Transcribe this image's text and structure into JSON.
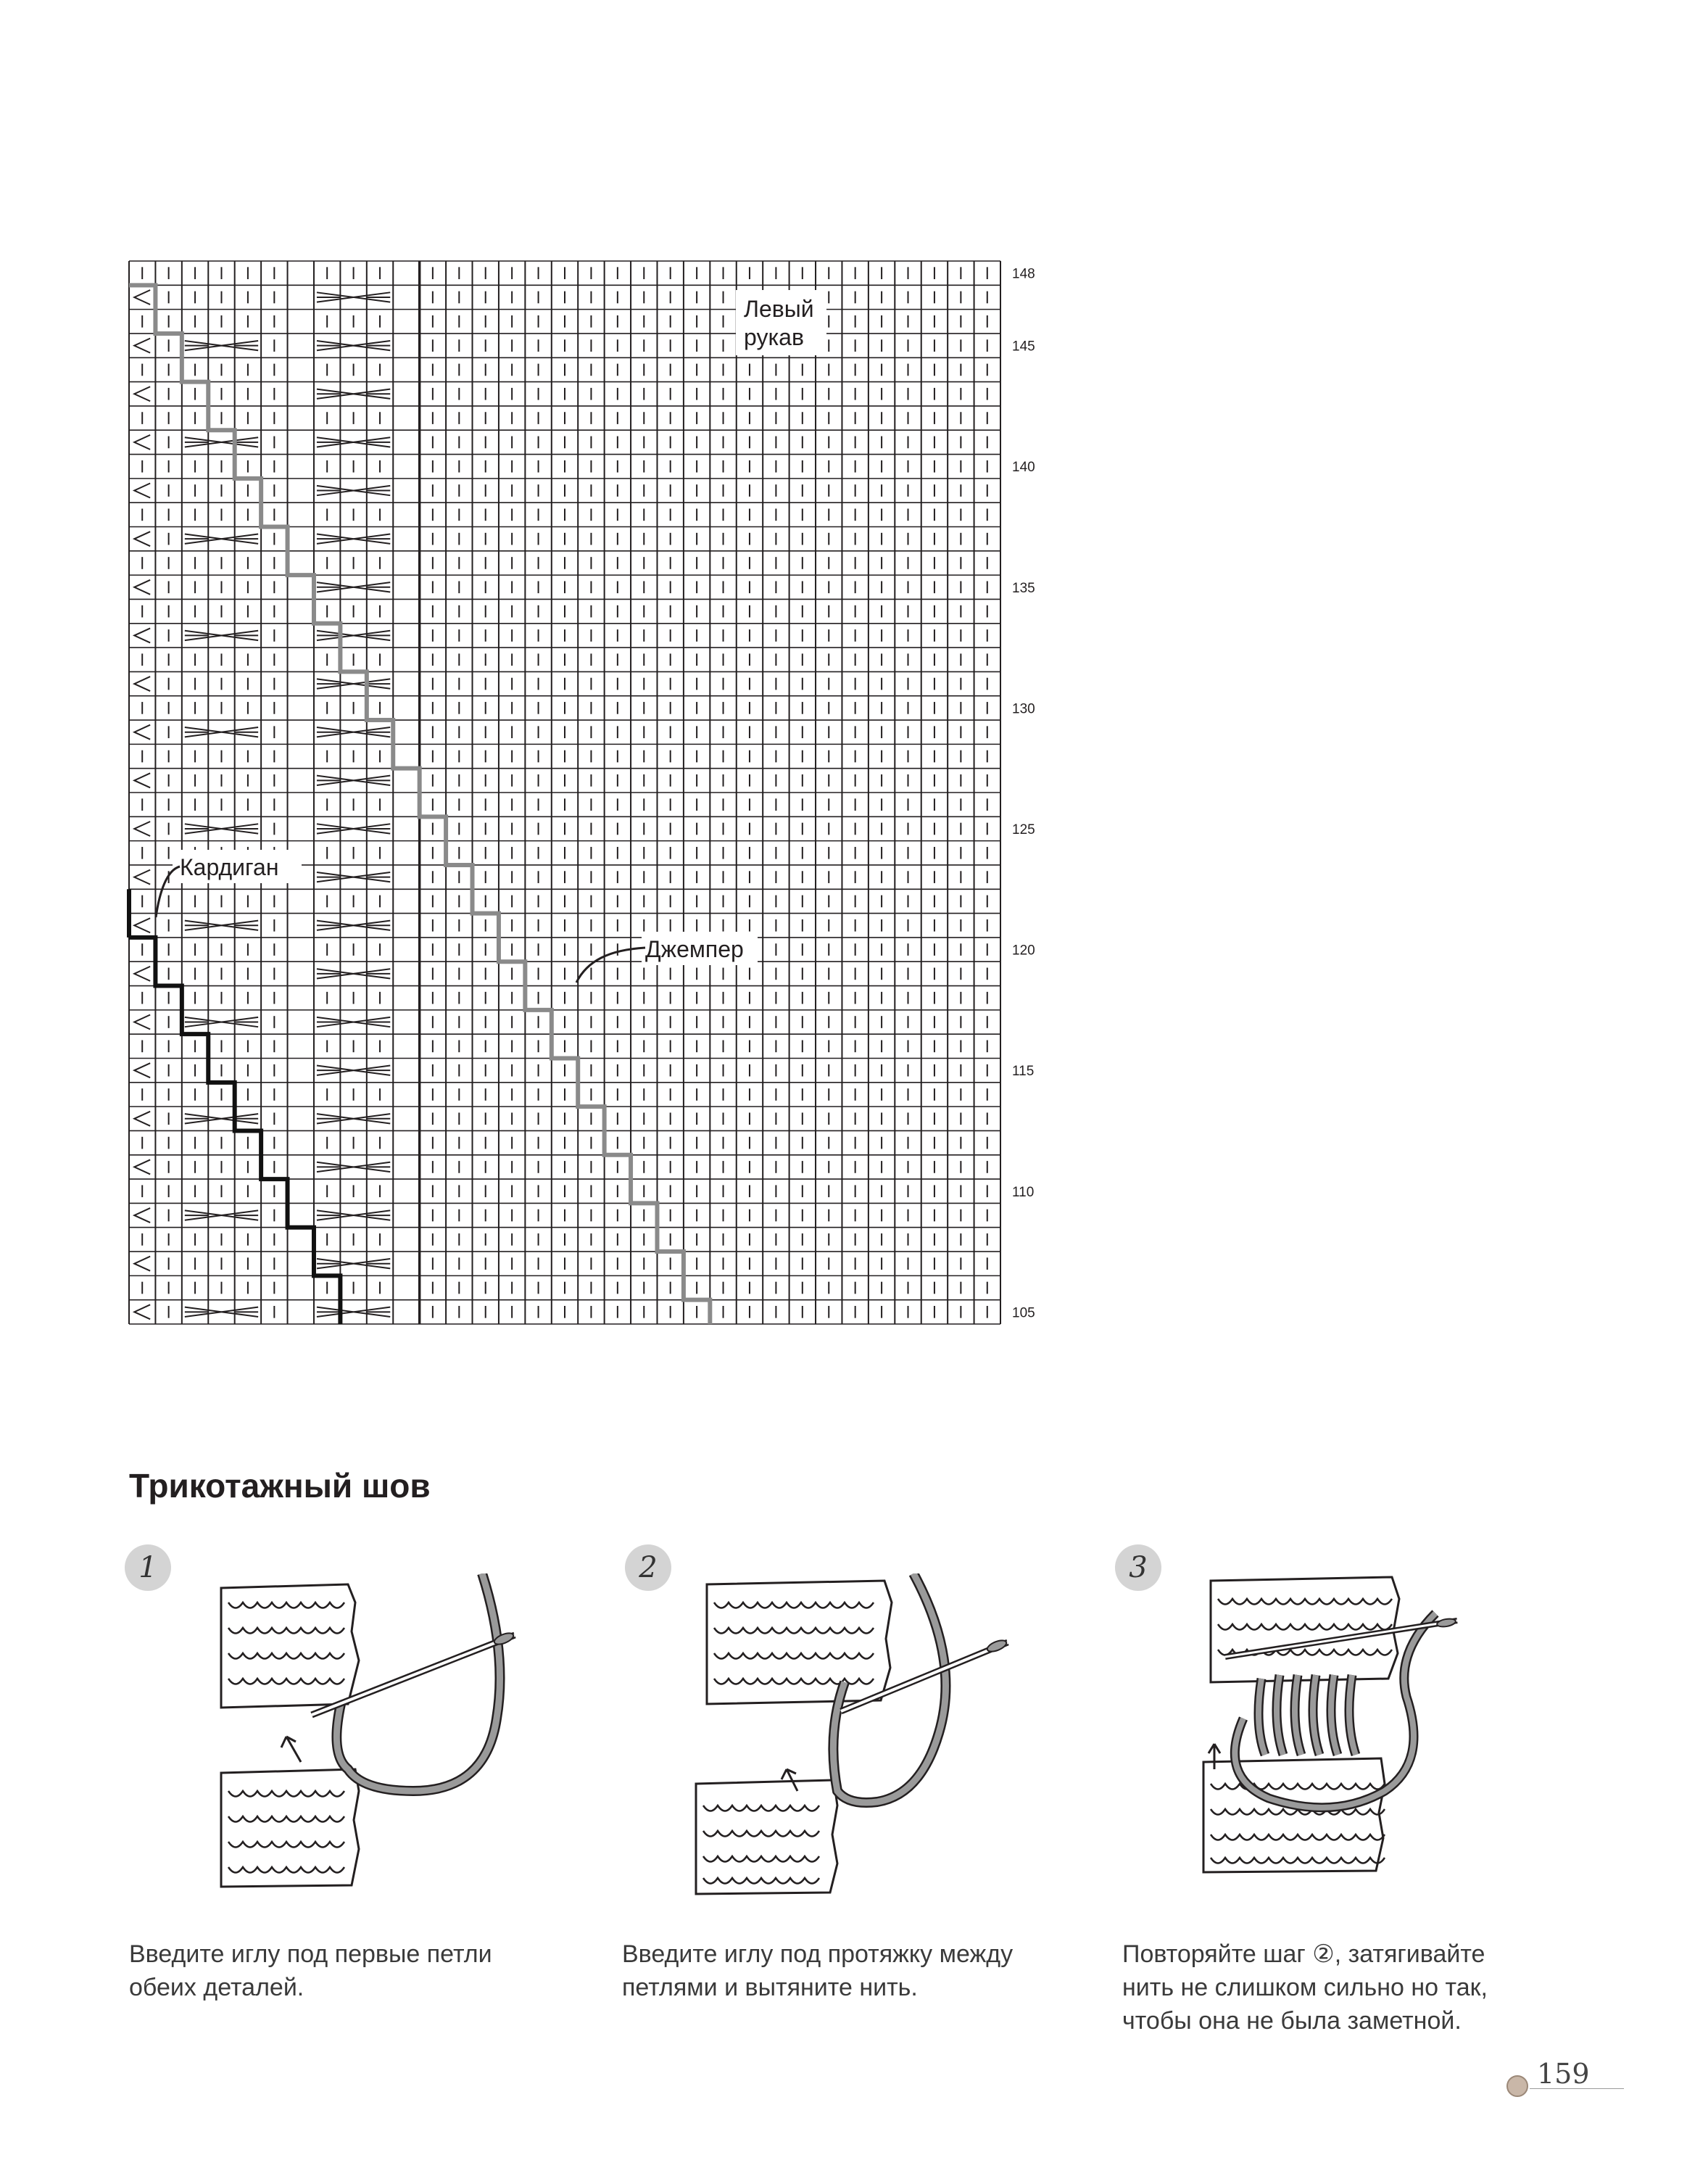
{
  "chart": {
    "row_labels": [
      "148",
      "145",
      "140",
      "135",
      "130",
      "125",
      "120",
      "115",
      "110",
      "105"
    ],
    "label_left_sleeve_line1": "Левый",
    "label_left_sleeve_line2": "рукав",
    "label_cardigan": "Кардиган",
    "label_jumper": "Джемпер",
    "colors": {
      "grid": "#231f20",
      "jumper_line": "#8a8a8a",
      "cardigan_line": "#111111"
    }
  },
  "section": {
    "title": "Трикотажный шов"
  },
  "steps": [
    {
      "num": "1",
      "text_line1": "Введите иглу под первые петли",
      "text_line2": "обеих деталей."
    },
    {
      "num": "2",
      "text_line1": "Введите иглу под протяжку между",
      "text_line2": "петлями и вытяните нить."
    },
    {
      "num": "3",
      "text_line1": "Повторяйте шаг ②, затягивайте",
      "text_line2": "нить не слишком сильно но так,",
      "text_line3": "чтобы она не была заметной."
    }
  ],
  "footer": {
    "page_number": "159"
  }
}
